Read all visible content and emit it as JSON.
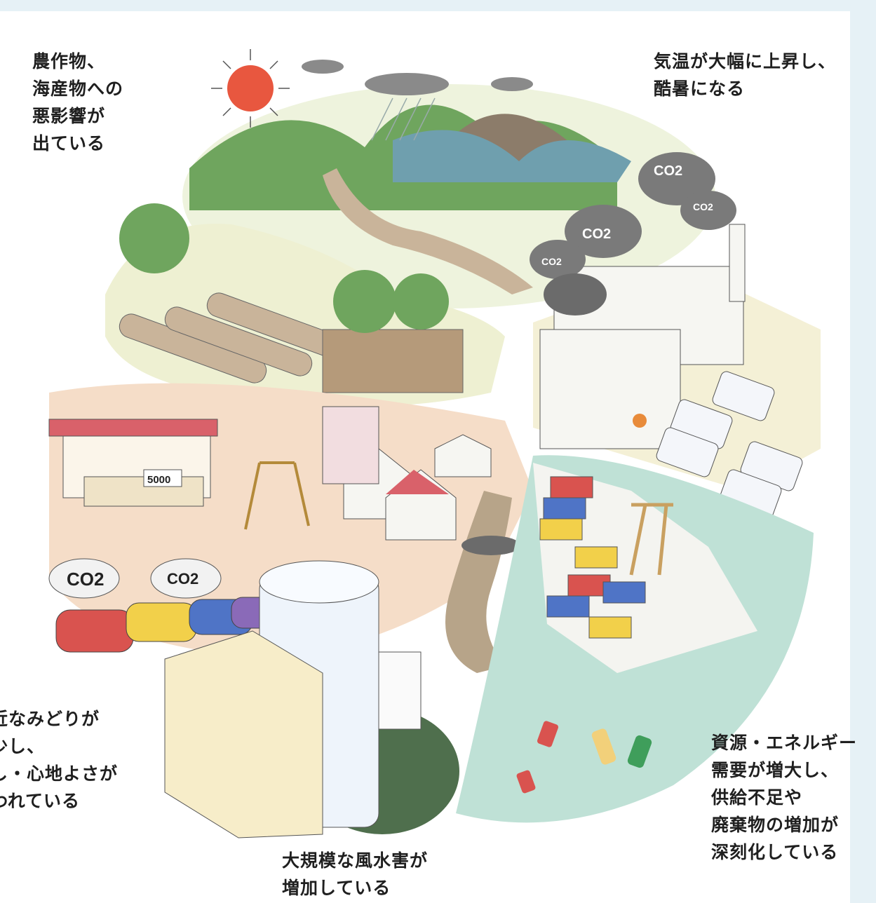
{
  "captions": {
    "agriculture": "農作物、\n海産物への\n悪影響が\n出ている",
    "temperature": "気温が大幅に上昇し、\n酷暑になる",
    "greenery": "近なみどりが\n少し、\nし・心地よさが\nわれている",
    "resources": "資源・エネルギー\n需要が増大し、\n供給不足や\n廃棄物の増加が\n深刻化している",
    "disasters": "大規模な風水害が\n増加している"
  },
  "labels": {
    "co2_large_1": "CO2",
    "co2_small_1": "CO2",
    "co2_large_2": "CO2",
    "co2_small_2": "CO2",
    "co2_car_1": "CO2",
    "co2_car_2": "CO2",
    "shop_price": "5000"
  },
  "colors": {
    "background": "#e6f1f6",
    "sun": "#e8573f",
    "hill_green": "#6fa55e",
    "field_cream": "#f0ecc9",
    "town_peach": "#f5ddc8",
    "sea": "#bfe1d6",
    "smoke": "#6b6b6b",
    "roof_red": "#d9616a"
  }
}
